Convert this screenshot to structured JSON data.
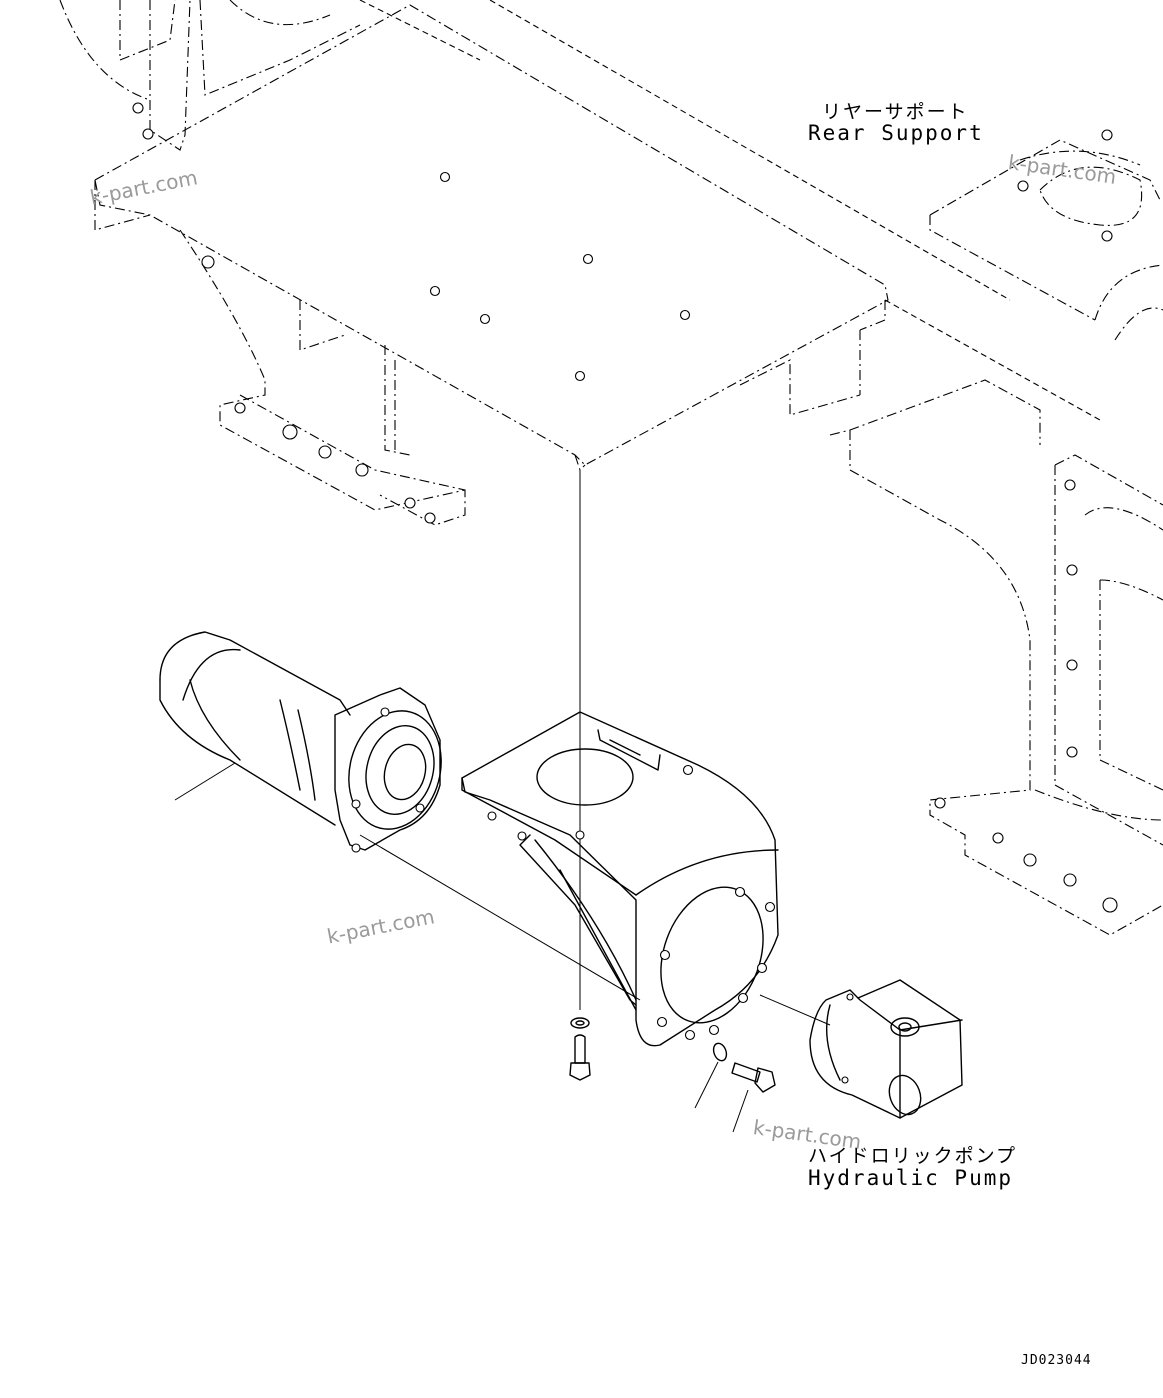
{
  "labels": {
    "rear_support_jp": "リヤーサポート",
    "rear_support_en": "Rear Support",
    "hydraulic_pump_jp": "ハイドロリックポンプ",
    "hydraulic_pump_en": "Hydraulic Pump"
  },
  "watermarks": [
    "k-part.com",
    "k-part.com",
    "k-part.com",
    "k-part.com"
  ],
  "drawing_code": "JD023044",
  "icons": {
    "rear_support": "rear-support-frame-drawing",
    "bracket": "pump-bracket-drawing",
    "motor": "cylindrical-motor-drawing",
    "pump": "hydraulic-pump-drawing",
    "bolt": "bolt-drawing",
    "washer": "washer-drawing"
  }
}
